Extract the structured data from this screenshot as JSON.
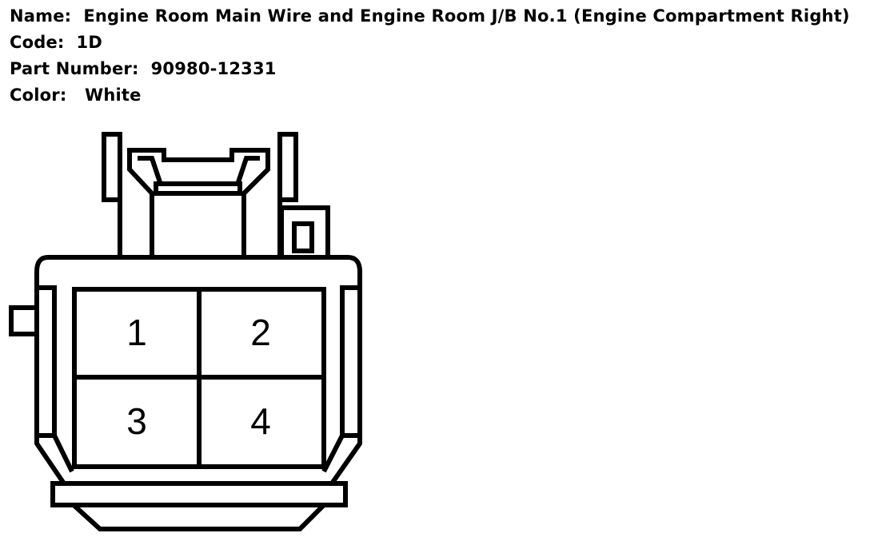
{
  "info": {
    "name_label": "Name:",
    "name_value": "Engine Room Main Wire and Engine Room J/B No.1 (Engine Compartment Right)",
    "code_label": "Code:",
    "code_value": "1D",
    "part_number_label": "Part Number:",
    "part_number_value": "90980-12331",
    "color_label": "Color:",
    "color_value": "White"
  },
  "connector": {
    "pins": [
      "1",
      "2",
      "3",
      "4"
    ],
    "stroke_color": "#000000",
    "fill_color": "#ffffff"
  }
}
